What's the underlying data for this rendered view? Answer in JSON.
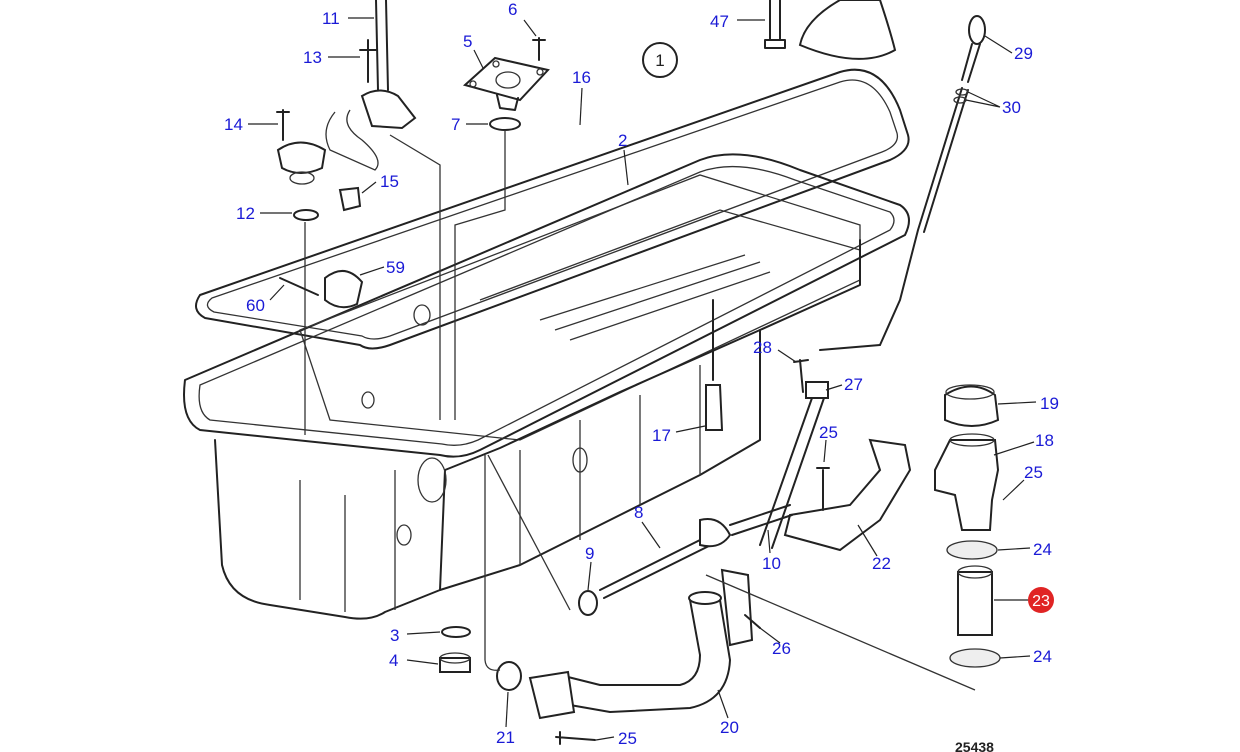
{
  "diagram": {
    "number": "25438",
    "colors": {
      "label": "#1a1ad6",
      "line": "#222222",
      "highlight": "#e02424"
    },
    "group_label": "1",
    "highlighted_label": "23",
    "labels": [
      {
        "id": "11",
        "text": "11"
      },
      {
        "id": "6",
        "text": "6"
      },
      {
        "id": "47",
        "text": "47"
      },
      {
        "id": "13",
        "text": "13"
      },
      {
        "id": "5",
        "text": "5"
      },
      {
        "id": "16",
        "text": "16"
      },
      {
        "id": "29",
        "text": "29"
      },
      {
        "id": "30",
        "text": "30"
      },
      {
        "id": "14",
        "text": "14"
      },
      {
        "id": "7",
        "text": "7"
      },
      {
        "id": "2",
        "text": "2"
      },
      {
        "id": "15",
        "text": "15"
      },
      {
        "id": "12",
        "text": "12"
      },
      {
        "id": "59",
        "text": "59"
      },
      {
        "id": "60",
        "text": "60"
      },
      {
        "id": "28",
        "text": "28"
      },
      {
        "id": "27",
        "text": "27"
      },
      {
        "id": "19",
        "text": "19"
      },
      {
        "id": "17",
        "text": "17"
      },
      {
        "id": "25a",
        "text": "25"
      },
      {
        "id": "18",
        "text": "18"
      },
      {
        "id": "25b",
        "text": "25"
      },
      {
        "id": "8",
        "text": "8"
      },
      {
        "id": "24a",
        "text": "24"
      },
      {
        "id": "9",
        "text": "9"
      },
      {
        "id": "10",
        "text": "10"
      },
      {
        "id": "22",
        "text": "22"
      },
      {
        "id": "3",
        "text": "3"
      },
      {
        "id": "26",
        "text": "26"
      },
      {
        "id": "24b",
        "text": "24"
      },
      {
        "id": "4",
        "text": "4"
      },
      {
        "id": "21",
        "text": "21"
      },
      {
        "id": "20",
        "text": "20"
      },
      {
        "id": "25c",
        "text": "25"
      }
    ]
  }
}
